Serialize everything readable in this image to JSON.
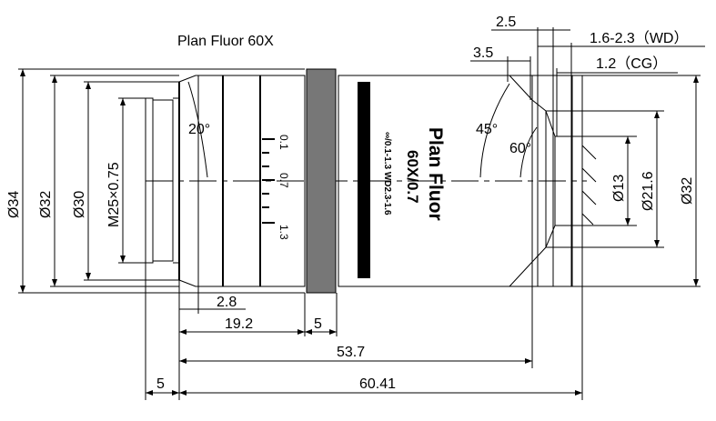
{
  "title": "Plan Fluor  60X",
  "barrel_text": {
    "name": "Plan Fluor",
    "mag": "60X/0.7",
    "spec": "∞/0.1-1.3 WD2.3-1.6"
  },
  "collar_scale": [
    "0.1",
    "0.7",
    "1.3"
  ],
  "angles": {
    "rear": "20°",
    "front1": "45°",
    "front2": "60°"
  },
  "diameters": {
    "d34": "Ø34",
    "d32": "Ø32",
    "d30": "Ø30",
    "thread": "M25×0.75",
    "d13": "Ø13",
    "d216": "Ø21.6",
    "d32r": "Ø32"
  },
  "lengths": {
    "l28": "2.8",
    "l192": "19.2",
    "l5a": "5",
    "l537": "53.7",
    "l5b": "5",
    "l6041": "60.41"
  },
  "top_dims": {
    "l25": "2.5",
    "wd": "1.6-2.3（WD）",
    "l35": "3.5",
    "cg": "1.2（CG）"
  }
}
